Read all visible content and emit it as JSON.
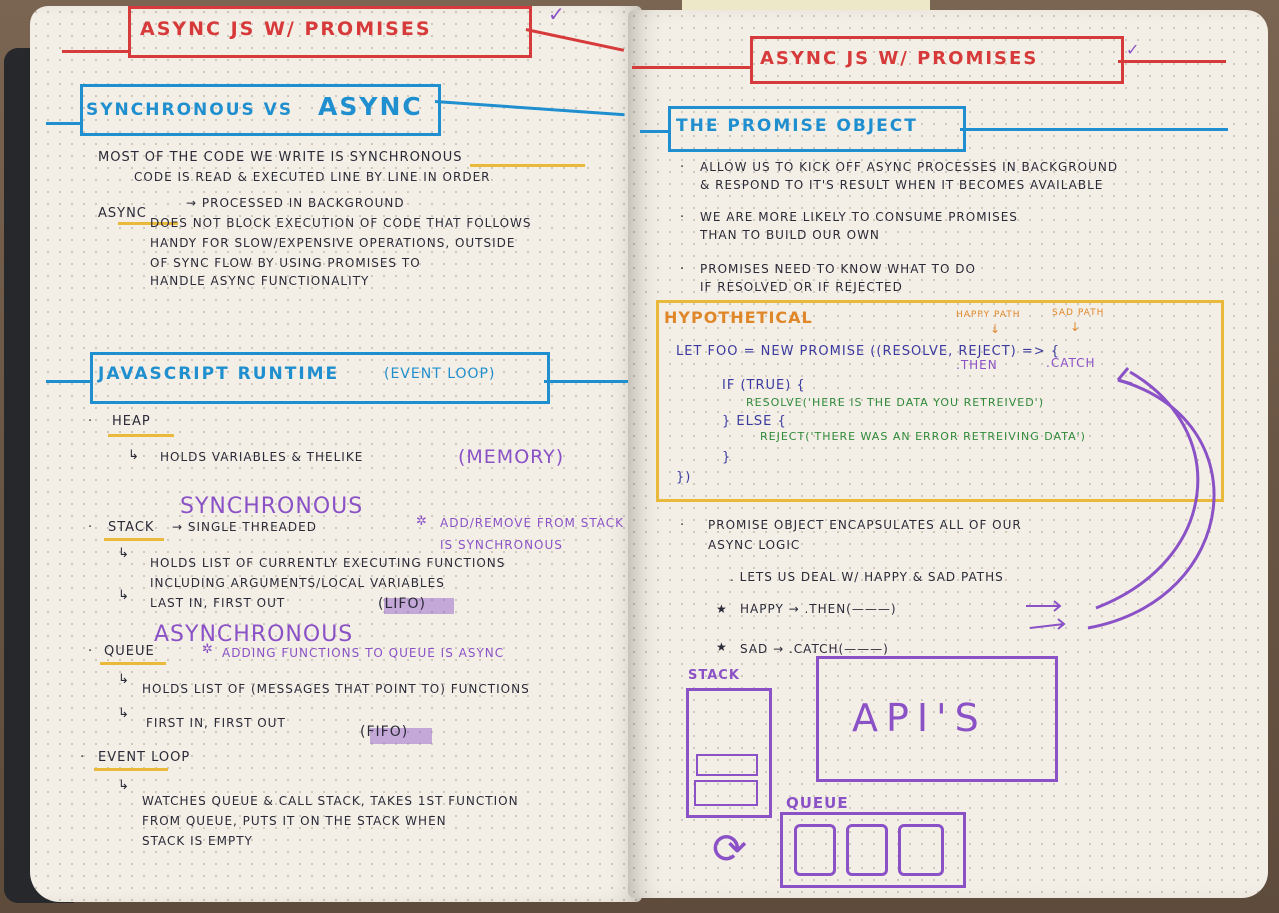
{
  "left_page": {
    "title": "Async JS w/ Promises",
    "heading_sync": "Synchronous vs",
    "heading_async": "Async",
    "bullets": [
      "Most of the code we write is synchronous",
      "code is read & executed line by line in order",
      "Async",
      "→ processed in background",
      "does not block execution of code that follows",
      "handy for slow/expensive operations, outside",
      "of sync flow by using promises to",
      "handle async functionality"
    ],
    "runtime_heading": "Javascript Runtime",
    "runtime_sub": "(Event Loop)",
    "heap": "Heap",
    "heap_desc": "Holds variables & thelike",
    "heap_note": "(Memory)",
    "sync_label": "Synchronous",
    "stack": "Stack",
    "stack_arrow": "→ single threaded",
    "stack_note_1": "Add/Remove from stack",
    "stack_note_2": "is synchronous",
    "stack_desc": [
      "Holds list of currently executing functions",
      "including arguments/local variables",
      "Last in, first out",
      "(LIFO)"
    ],
    "async_label": "Asynchronous",
    "queue": "Queue",
    "queue_note": "Adding functions to queue is async",
    "queue_desc": [
      "Holds list of (messages that point to) functions",
      "First in, first out",
      "(FIFO)"
    ],
    "event_loop": "Event Loop",
    "event_desc": [
      "watches queue & call stack, takes 1st function",
      "from queue, puts it on the stack when",
      "stack is empty"
    ]
  },
  "right_page": {
    "title": "Async JS w/ Promises",
    "heading": "The Promise Object",
    "bullets": [
      "Allow us to kick off async processes in background",
      "& respond to it's result when it becomes available",
      "We are more likely to consume promises",
      "than to build our own",
      "Promises need to know what to do",
      "if resolved or if rejected"
    ],
    "hypothetical": "Hypothetical",
    "happy_path": "Happy Path",
    "sad_path": "Sad Path",
    "then_label": ".then",
    "catch_label": ".catch",
    "code": [
      "let Foo = new Promise ((resolve, reject) => {",
      "if (true) {",
      "resolve('Here is the data you retreived')",
      "} else {",
      "reject('There was an error retreiving data')",
      "}",
      "})"
    ],
    "encapsulates_1": "Promise object encapsulates all of our",
    "encapsulates_2": "async logic",
    "lets_us": ". Lets us deal w/ happy & sad paths",
    "happy_line": "Happy → .then(———)",
    "sad_line": "Sad → .catch(———)",
    "diagram_stack": "Stack",
    "diagram_apis": "API's",
    "diagram_queue": "Queue"
  },
  "colors": {
    "red": "#d63a3a",
    "blue": "#1f8fcf",
    "purple": "#8a52c6",
    "yellow": "#e8b93a",
    "orange": "#e0872a",
    "green": "#2f8a3a"
  }
}
